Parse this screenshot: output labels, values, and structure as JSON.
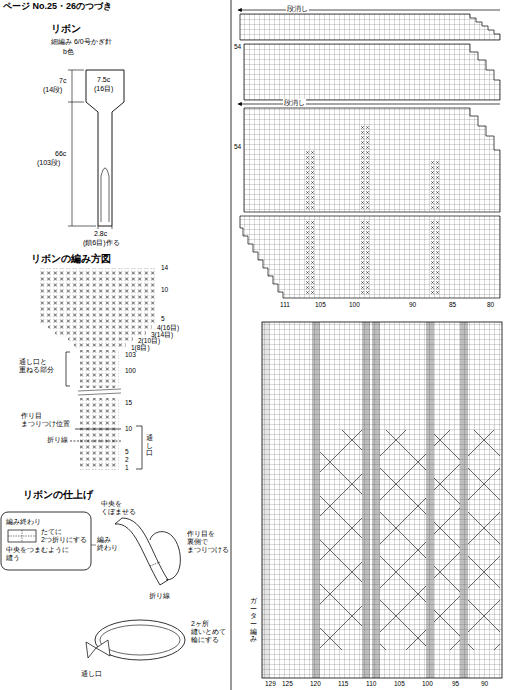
{
  "diagram": {
    "labels": [
      "ページ No.25・26のつづき",
      "リボン",
      "細編み 6/0号かぎ針",
      "b色",
      "7.5c",
      "(16目)",
      "7c",
      "(14段)",
      "66c",
      "(103段)",
      "2.8c",
      "(鎖6目)作る",
      "リボンの編み方図",
      "14",
      "10",
      "5",
      "4(16目)",
      "3(14目)",
      "2(10目)",
      "1(8目)",
      "103",
      "100",
      "通し口と 重ねる部分",
      "15",
      "作り目 まつりつけ位置",
      "10",
      "折り線",
      "5",
      "通し口",
      "2",
      "1",
      "リボンの仕上げ",
      "編み終わり",
      "たてに 2つ折りにする",
      "中央をつまむように 縫う",
      "中央を くぼませる",
      "編み 終わり",
      "作り目を 裏側で まつりつける",
      "折り線",
      "2ヶ所 縫いとめて 輪にする",
      "通し口",
      "段消し",
      "54",
      "段消し",
      "54",
      "111",
      "105",
      "100",
      "90",
      "85",
      "80",
      "129",
      "125",
      "120",
      "115",
      "110",
      "105",
      "100",
      "95",
      "90",
      "ガーター編み"
    ]
  }
}
